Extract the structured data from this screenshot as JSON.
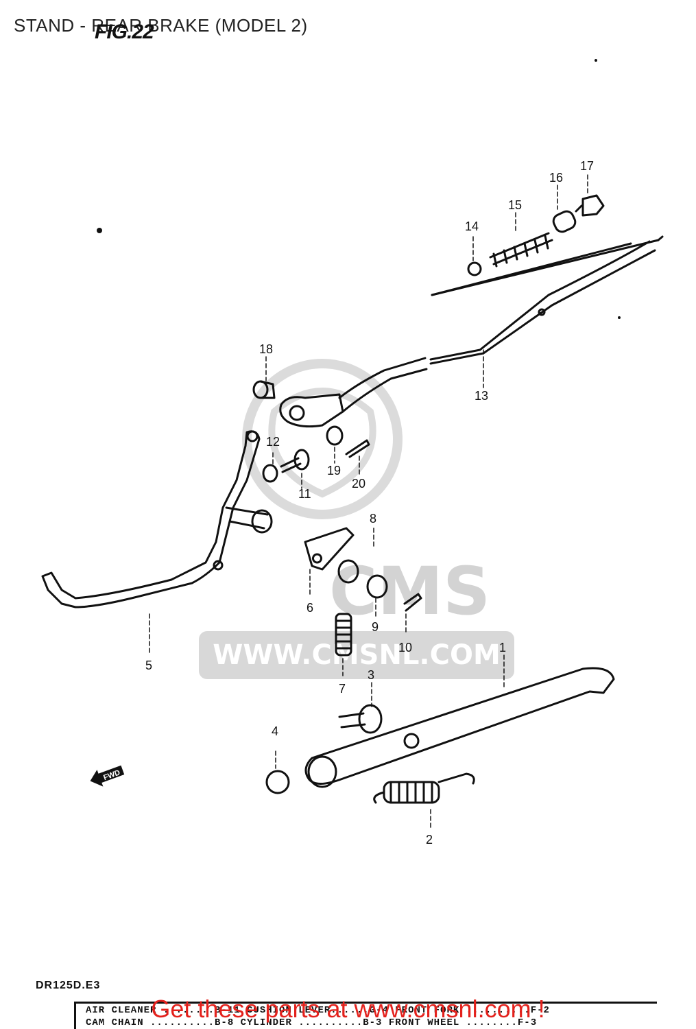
{
  "header": {
    "title": "STAND - REAR BRAKE (MODEL 2)",
    "figure_label": "FIG.22"
  },
  "watermark": {
    "logo_text": "CMS",
    "url": "WWW.CMSNL.COM"
  },
  "callouts": [
    "1",
    "2",
    "3",
    "4",
    "5",
    "6",
    "7",
    "8",
    "9",
    "10",
    "11",
    "12",
    "13",
    "14",
    "15",
    "16",
    "17",
    "18",
    "19",
    "20"
  ],
  "fwd_label": "FWD",
  "footer": {
    "model_code": "DR125D.E3",
    "cta": "Get these parts at www.cmsnl.com !",
    "index_rows": [
      "AIR CLEANER ........B-11   CUSHION LEVER......G-4   FRONT FORK ..........F-2",
      "CAM CHAIN ..........B-8    CYLINDER ..........B-3   FRONT WHEEL ........F-3"
    ]
  }
}
